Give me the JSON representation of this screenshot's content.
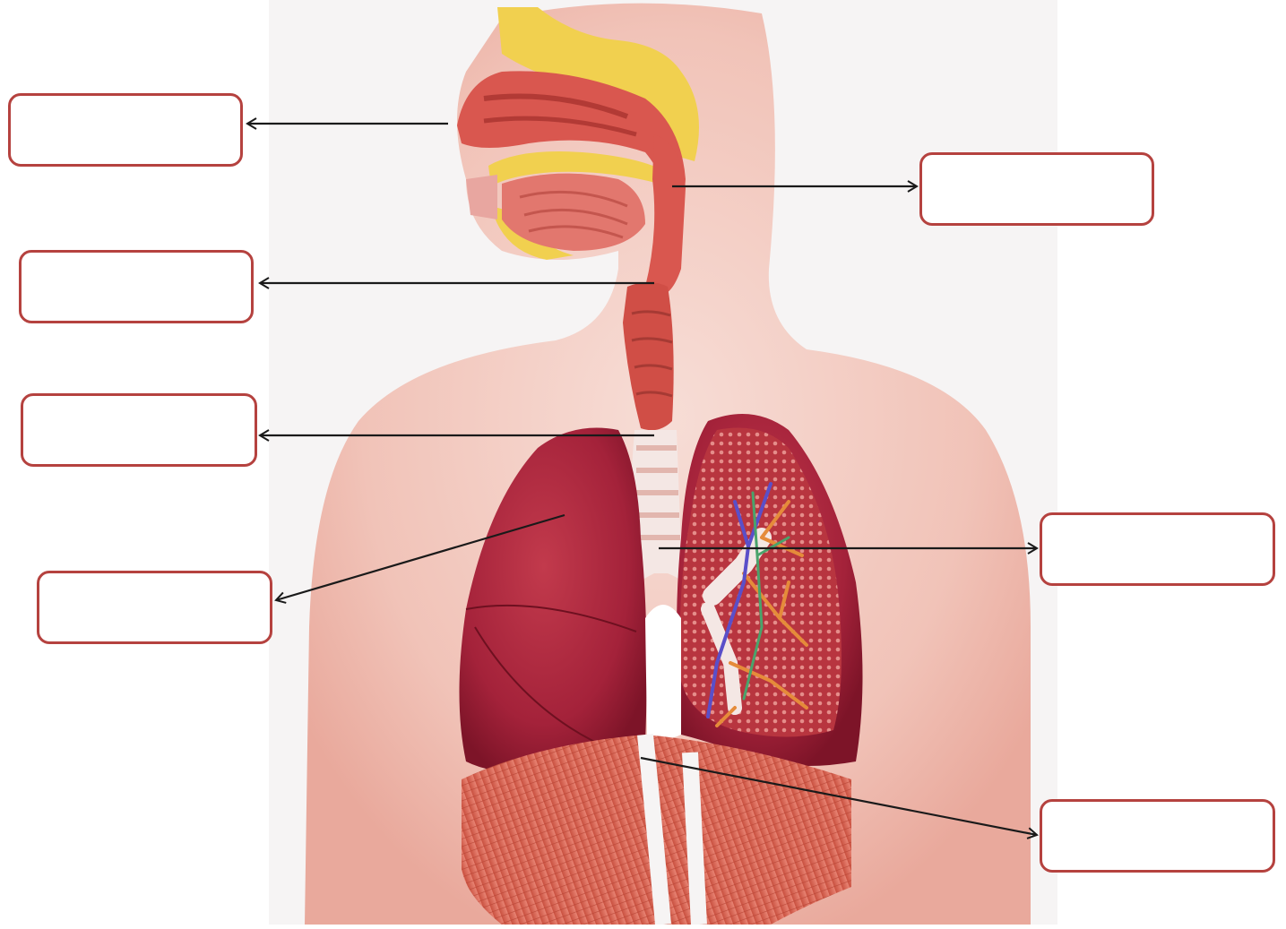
{
  "diagram": {
    "labels": [
      {
        "id": "nasal-cavity",
        "text": ""
      },
      {
        "id": "pharynx",
        "text": ""
      },
      {
        "id": "larynx",
        "text": ""
      },
      {
        "id": "trachea",
        "text": ""
      },
      {
        "id": "lung",
        "text": ""
      },
      {
        "id": "bronchus",
        "text": ""
      },
      {
        "id": "diaphragm",
        "text": ""
      }
    ]
  },
  "colors": {
    "box_border": "#b5423f",
    "arrow": "#1a1a1a",
    "skin": "#f3c9bf",
    "lung": "#a8263a",
    "muscle": "#d9685c",
    "bone": "#f2d25a",
    "trachea": "#f4e7e4"
  }
}
